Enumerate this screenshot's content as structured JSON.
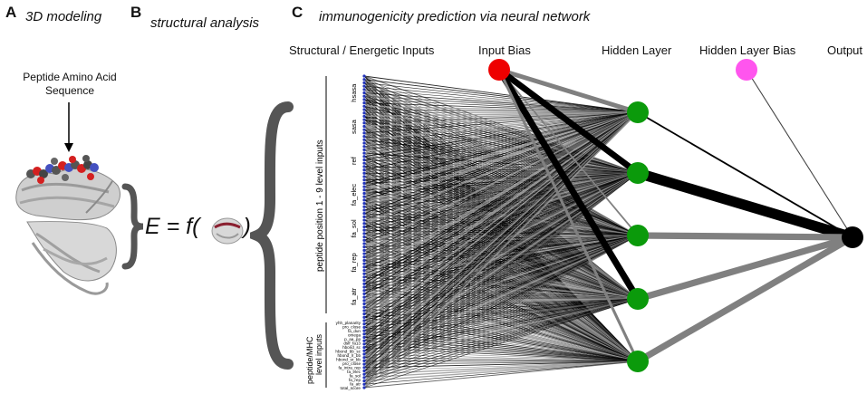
{
  "panels": {
    "a": {
      "letter": "A",
      "title": "3D modeling",
      "sequence_label_line1": "Peptide Amino Acid",
      "sequence_label_line2": "Sequence"
    },
    "b": {
      "letter": "B",
      "title": "structural analysis",
      "equation_lhs": "E = f(",
      "equation_rhs": ")"
    },
    "c": {
      "letter": "C",
      "title": "immunogenicity prediction via neural network"
    }
  },
  "network": {
    "headers": {
      "inputs": "Structural / Energetic Inputs",
      "input_bias": "Input Bias",
      "hidden": "Hidden Layer",
      "hidden_bias": "Hidden Layer Bias",
      "output": "Output"
    },
    "group_labels": {
      "position": "peptide position 1 - 9 level inputs",
      "mhc_line1": "peptide/MHC",
      "mhc_line2": "level inputs"
    },
    "position_terms": [
      "hsasa",
      "sasa",
      "ref",
      "fa_elec",
      "fa_sol",
      "fa_rep",
      "fa_atr"
    ],
    "mhc_terms": [
      "yhh_planarity",
      "pro_close",
      "fa_dun",
      "omega",
      "p_aa_pp",
      "dslf_fa13",
      "hbond_sc",
      "hbond_bb_sc",
      "hbond_lr_bb",
      "hbond_sr_bb",
      "pro_close",
      "fa_intra_rep",
      "fa_elec",
      "fa_sol",
      "fa_rep",
      "fa_atr",
      "total_score"
    ],
    "hidden_node_count": 5,
    "colors": {
      "input_bias": "#ee0000",
      "hidden": "#0b9a0b",
      "hidden_bias": "#ff55ee",
      "output": "#000000",
      "input_node": "#2233bb",
      "gray_edge": "#808080"
    },
    "input_bias_weights": [
      0.55,
      0.75,
      0.2,
      0.8,
      0.35
    ],
    "hidden_to_output_weights": [
      0.15,
      0.95,
      0.6,
      0.6,
      0.6
    ],
    "hidden_bias_weight": 0.12
  }
}
